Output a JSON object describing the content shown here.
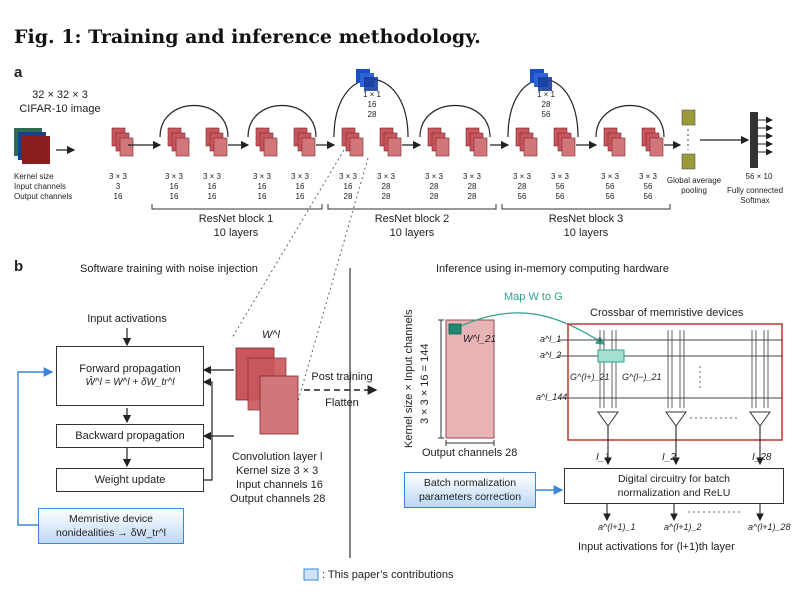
{
  "title": "Fig. 1: Training and inference methodology.",
  "panel_a": {
    "letter": "a",
    "input_label": "32 × 32 × 3",
    "input_caption": "CIFAR-10 image",
    "row_labels": [
      "Kernel size",
      "Input channels",
      "Output channels"
    ],
    "first_conv": [
      "3 × 3",
      "3",
      "16"
    ],
    "block1_convs": [
      [
        "3 × 3",
        "16",
        "16"
      ],
      [
        "3 × 3",
        "16",
        "16"
      ],
      [
        "3 × 3",
        "16",
        "16"
      ],
      [
        "3 × 3",
        "16",
        "16"
      ]
    ],
    "block2_convs": [
      [
        "3 × 3",
        "16",
        "28"
      ],
      [
        "3 × 3",
        "28",
        "28"
      ],
      [
        "3 × 3",
        "28",
        "28"
      ],
      [
        "3 × 3",
        "28",
        "28"
      ]
    ],
    "block3_convs": [
      [
        "3 × 3",
        "28",
        "56"
      ],
      [
        "3 × 3",
        "56",
        "56"
      ],
      [
        "3 × 3",
        "56",
        "56"
      ],
      [
        "3 × 3",
        "56",
        "56"
      ]
    ],
    "shortcut2": [
      "1 × 1",
      "16",
      "28"
    ],
    "shortcut3": [
      "1 × 1",
      "28",
      "56"
    ],
    "blocks": [
      {
        "name": "ResNet block 1",
        "layers": "10 layers"
      },
      {
        "name": "ResNet block 2",
        "layers": "10 layers"
      },
      {
        "name": "ResNet block 3",
        "layers": "10 layers"
      }
    ],
    "gap_label": "Global average\npooling",
    "fc_dims": "56 × 10",
    "fc_label": "Fully connected\nSoftmax"
  },
  "panel_b": {
    "letter": "b",
    "left_title": "Software training with noise injection",
    "right_title": "Inference using in-memory computing hardware",
    "input_activations": "Input activations",
    "forward": "Forward propagation",
    "forward_eq": "Ŵ^l = W^l + δW_tr^l",
    "backward": "Backward propagation",
    "weight_update": "Weight update",
    "memristive_nonideal": "Memristive device\nnonidealities → δW_tr^l",
    "wl_label": "W^l",
    "conv_layer": "Convolution layer l",
    "conv_kernel": "Kernel size 3 × 3",
    "conv_in": "Input channels 16",
    "conv_out": "Output channels 28",
    "post_training": "Post training",
    "flatten": "Flatten",
    "matrix_ylabel1": "Kernel size × Input channels",
    "matrix_ylabel2": "3 × 3 × 16 = 144",
    "matrix_elem": "W^l_21",
    "matrix_xlabel": "Output channels 28",
    "map_label": "Map W to G",
    "crossbar_title": "Crossbar of memristive devices",
    "a_labels": [
      "a^l_1",
      "a^l_2",
      "a^l_144"
    ],
    "g_plus": "G^(l+)_21",
    "g_minus": "G^(l−)_21",
    "i_labels": [
      "I_1",
      "I_2",
      "I_28"
    ],
    "batch_norm_correction": "Batch normalization\nparameters correction",
    "digital": "Digital circuitry for batch\nnormalization and ReLU",
    "out_labels": [
      "a^(l+1)_1",
      "a^(l+1)_2",
      "a^(l+1)_28"
    ],
    "output_caption": "Input activations for (l+1)th layer",
    "legend": ": This paper’s contributions"
  },
  "colors": {
    "conv": "#c9565c",
    "shortcut": "#1d4fc4",
    "gap": "#9a9a38",
    "map_arrow": "#2aa58c",
    "contribution": "#3b86d6",
    "crossbar_frame": "#c0392b",
    "matrix_fill": "#e9b4b6"
  }
}
